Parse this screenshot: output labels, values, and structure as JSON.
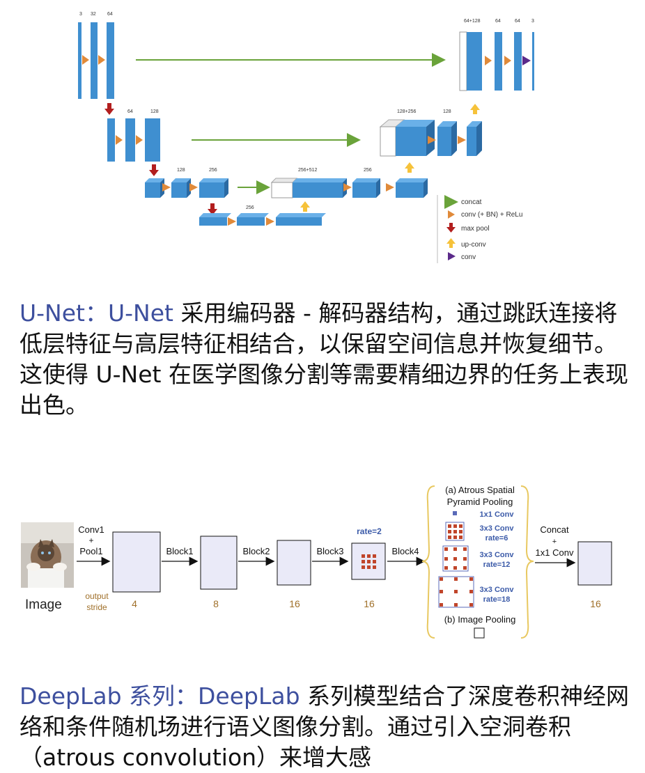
{
  "unet": {
    "labels": {
      "l1a": "3",
      "l1b": "32",
      "l1c": "64",
      "l2a": "64",
      "l2b": "128",
      "l3a": "128",
      "l3b": "256",
      "l4": "256",
      "r3a": "256+512",
      "r3b": "256",
      "r2a": "128+256",
      "r2b": "128",
      "r1a": "64+128",
      "r1b": "64",
      "r1c": "64",
      "r1d": "3"
    },
    "legend": {
      "concat": "concat",
      "conv_bn_relu": "conv (+ BN) + ReLu",
      "max_pool": "max pool",
      "up_conv": "up-conv",
      "conv": "conv"
    },
    "colors": {
      "block": "#3f8fd0",
      "block_dark": "#2b6aa3",
      "concat": "#6aa33a",
      "conv_arrow": "#e08a3a",
      "pool_arrow": "#b21e1e",
      "up_arrow": "#f6c23a",
      "final_conv": "#5b2a8a"
    }
  },
  "para1": {
    "term1": "U-Net",
    "colon": "：",
    "term2": "U-Net",
    "text1": " 采用编码器 - 解码器结构，通过跳跃连接将低层特征与高层特征相结合，以保留空间信息并恢复细节。这使得 ",
    "term3": "U-Net",
    "text2": " 在医学图像分割等需要精细边界的任务上表现出色。"
  },
  "deeplab": {
    "input_label": "Image",
    "conv1": "Conv1",
    "plus": "+",
    "pool1": "Pool1",
    "output_stride": [
      "output",
      "stride"
    ],
    "blocks": [
      "Block1",
      "Block2",
      "Block3",
      "Block4"
    ],
    "strides": [
      "4",
      "8",
      "16",
      "16",
      "16"
    ],
    "rate": "rate=2",
    "aspp_title": [
      "(a) Atrous Spatial",
      "Pyramid Pooling"
    ],
    "aspp_items": [
      [
        "1x1 Conv"
      ],
      [
        "3x3 Conv",
        "rate=6"
      ],
      [
        "3x3 Conv",
        "rate=12"
      ],
      [
        "3x3 Conv",
        "rate=18"
      ]
    ],
    "image_pooling": "(b) Image Pooling",
    "concat": [
      "Concat",
      "+",
      "1x1 Conv"
    ],
    "colors": {
      "label_blue": "#3b5aa8",
      "stride_brown": "#a0702a",
      "feature_fill": "#eaeaf8",
      "dot": "#c0452a",
      "brace": "#e8c860"
    }
  },
  "para2": {
    "term1": "DeepLab 系列",
    "colon": "：",
    "term2": "DeepLab",
    "text1": " 系列模型结合了深度卷积神经网络和条件随机场进行语义图像分割。通过引入空洞卷积（atrous convolution）来增大感"
  }
}
